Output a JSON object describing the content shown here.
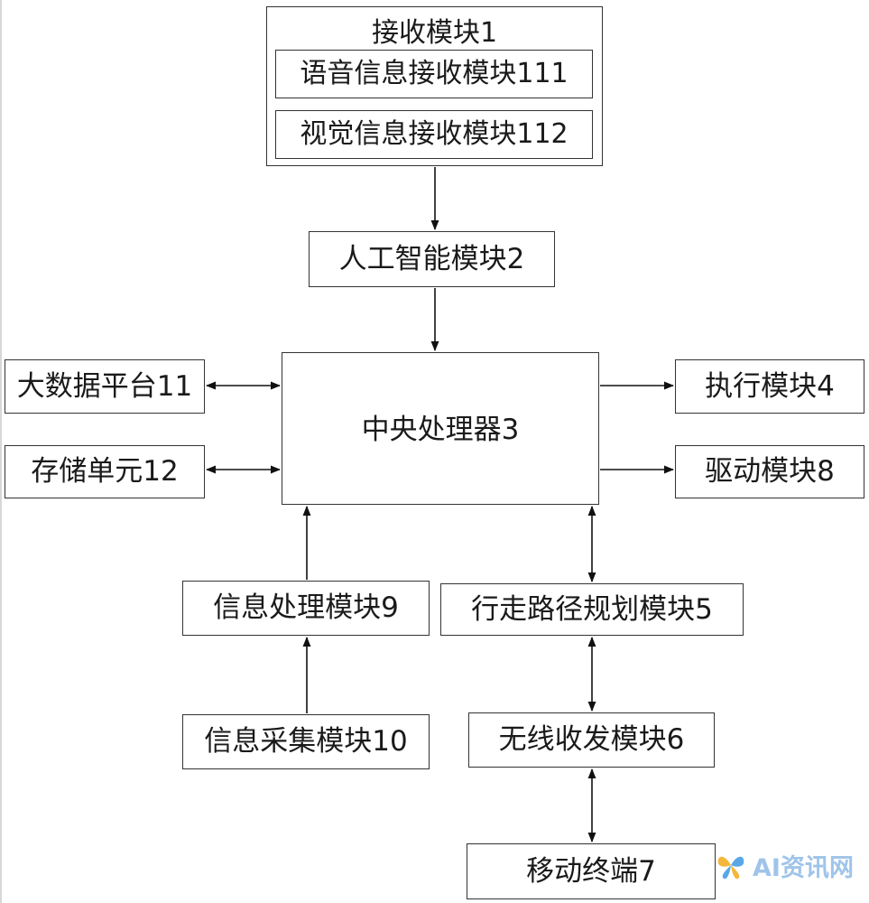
{
  "modules": {
    "receive": {
      "title": "接收模块1",
      "voice": "语音信息接收模块111",
      "visual": "视觉信息接收模块112"
    },
    "ai": "人工智能模块2",
    "cpu": "中央处理器3",
    "big_data": "大数据平台11",
    "storage": "存储单元12",
    "execute": "执行模块4",
    "drive": "驱动模块8",
    "info_process": "信息处理模块9",
    "path_plan": "行走路径规划模块5",
    "info_collect": "信息采集模块10",
    "wireless": "无线收发模块6",
    "mobile": "移动终端7"
  },
  "watermark": {
    "text": "AI资讯网",
    "icon": "butterfly-logo-icon"
  },
  "colors": {
    "line": "#111111",
    "border": "#333333",
    "watermark": "#9fc4ea"
  }
}
